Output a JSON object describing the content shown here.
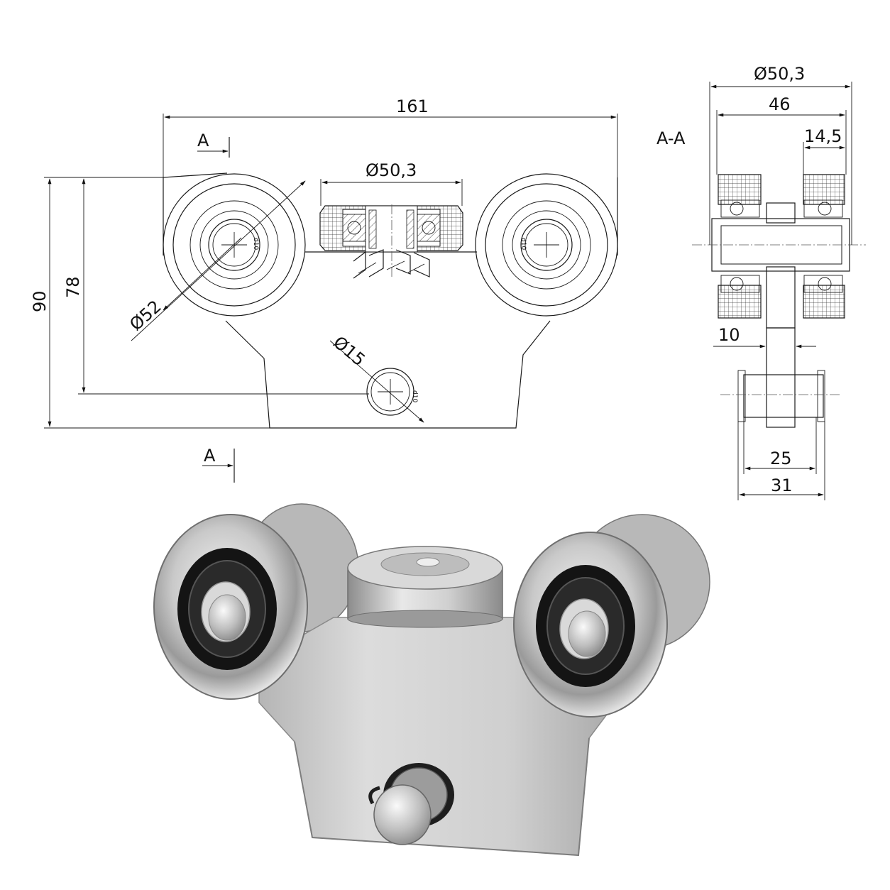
{
  "front_view": {
    "dim_width": "161",
    "dim_height_total": "90",
    "dim_height_axis": "78",
    "dim_wheel_diameter": "Ø52",
    "dim_center_wheel_diameter": "Ø50,3",
    "dim_pin_diameter": "Ø15",
    "section_mark_top": "A",
    "section_mark_bottom": "A",
    "circlip_label": "d10"
  },
  "section_view": {
    "title": "A-A",
    "dim_outer_diameter": "Ø50,3",
    "dim_wheel_width": "46",
    "dim_tread": "14,5",
    "dim_web": "10",
    "dim_pin_length": "25",
    "dim_overall": "31"
  },
  "colors": {
    "line": "#1a1a1a",
    "hatch": "#222222",
    "steel_light": "#e6e6e6",
    "steel_dark": "#7d7d7d",
    "bearing_seal": "#141414"
  }
}
